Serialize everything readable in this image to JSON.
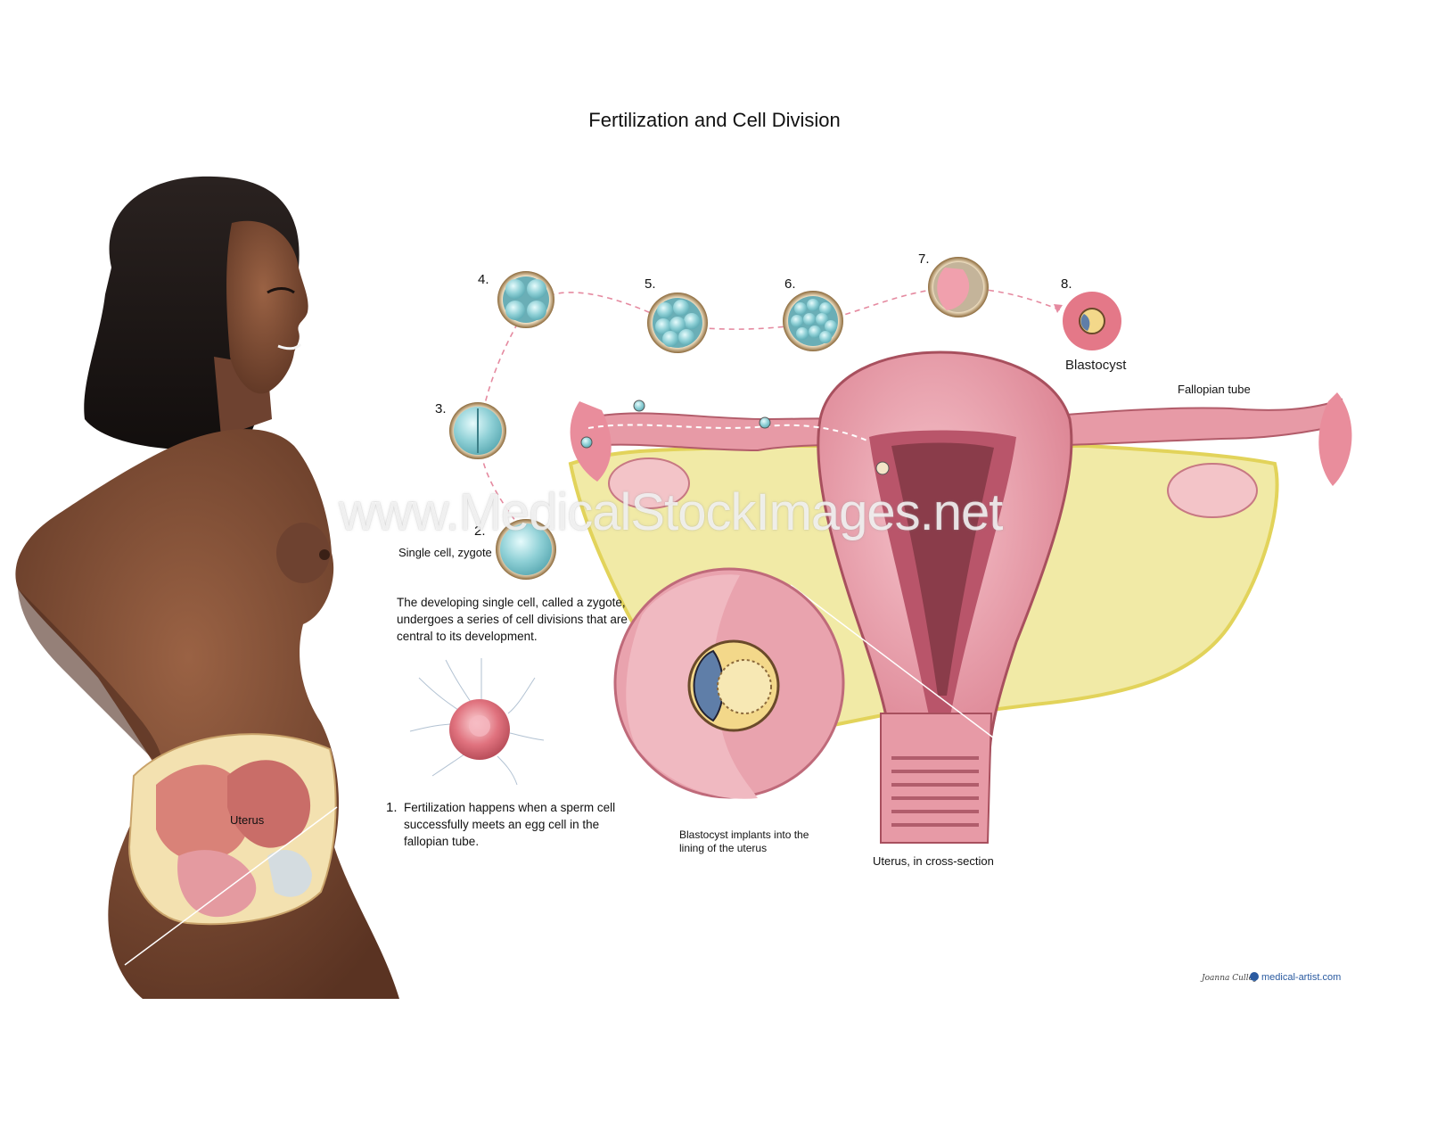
{
  "title": "Fertilization and Cell Division",
  "stages": {
    "s1": {
      "number": "1.",
      "text": "Fertilization happens when a sperm cell successfully meets an egg cell in the fallopian tube."
    },
    "s2": {
      "number": "2.",
      "label": "Single cell, zygote"
    },
    "s3": {
      "number": "3."
    },
    "s4": {
      "number": "4."
    },
    "s5": {
      "number": "5."
    },
    "s6": {
      "number": "6."
    },
    "s7": {
      "number": "7."
    },
    "s8": {
      "number": "8.",
      "label": "Blastocyst"
    }
  },
  "zygote_description": "The developing single cell, called a zygote, undergoes a series of cell divisions that are central to its development.",
  "labels": {
    "uterus": "Uterus",
    "fallopian_tube": "Fallopian tube",
    "implant": "Blastocyst implants into the lining of the uterus",
    "cross_section": "Uterus, in cross-section"
  },
  "watermark": "www.MedicalStockImages.net",
  "credits": {
    "signature": "Joanna Culley",
    "site": "medical-artist.com"
  },
  "colors": {
    "cell_teal": "#8fd0d6",
    "tissue_pink": "#e79aa6",
    "fat_yellow": "#f1eaa6",
    "skin": "#7a4a32",
    "path_line": "#e58aa0"
  },
  "icons": [
    "uterus-illustration",
    "embryo-cell-icons",
    "woman-figure"
  ]
}
